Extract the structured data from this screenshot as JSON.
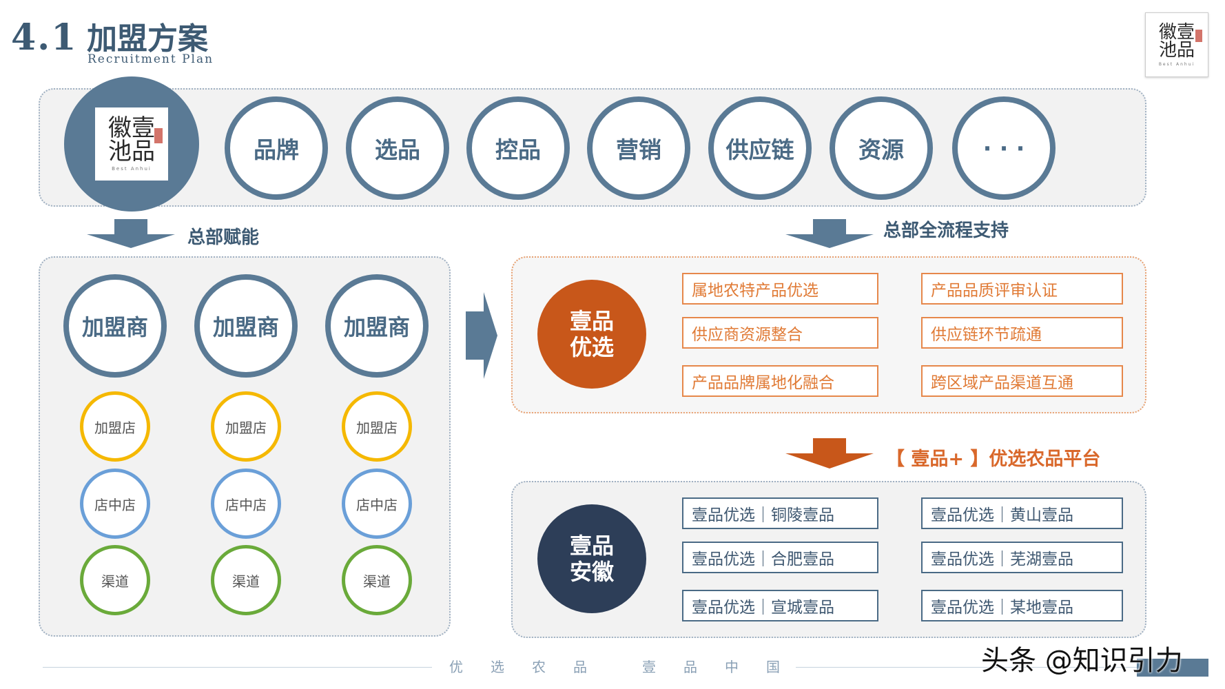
{
  "header": {
    "section_number": "4.1",
    "title": "加盟方案",
    "subtitle": "Recruitment Plan"
  },
  "logo": {
    "line1": "徽壹",
    "line2": "池品",
    "tagline": "Best Anhui"
  },
  "capabilities": [
    "品牌",
    "选品",
    "控品",
    "营销",
    "供应链",
    "资源",
    "· · ·"
  ],
  "arrows": {
    "left_label": "总部赋能",
    "right_label": "总部全流程支持",
    "bottom_label": "【 壹品+ 】优选农品平台"
  },
  "franchise": {
    "columns": [
      {
        "head": "加盟商",
        "store": "加盟店",
        "shop_in_shop": "店中店",
        "channel": "渠道"
      },
      {
        "head": "加盟商",
        "store": "加盟店",
        "shop_in_shop": "店中店",
        "channel": "渠道"
      },
      {
        "head": "加盟商",
        "store": "加盟店",
        "shop_in_shop": "店中店",
        "channel": "渠道"
      }
    ]
  },
  "youxuan": {
    "circle_line1": "壹品",
    "circle_line2": "优选",
    "items": [
      "属地农特产品优选",
      "产品品质评审认证",
      "供应商资源整合",
      "供应链环节疏通",
      "产品品牌属地化融合",
      "跨区域产品渠道互通"
    ]
  },
  "anhui": {
    "circle_line1": "壹品",
    "circle_line2": "安徽",
    "items": [
      "壹品优选｜铜陵壹品",
      "壹品优选｜黄山壹品",
      "壹品优选｜合肥壹品",
      "壹品优选｜芜湖壹品",
      "壹品优选｜宣城壹品",
      "壹品优选｜某地壹品"
    ]
  },
  "footer": {
    "left": "优选农品",
    "right": "壹品中国",
    "watermark": "头条 @知识引力"
  },
  "colors": {
    "primary_blue": "#5a7a95",
    "dark_navy": "#2d3e58",
    "orange": "#c8571a",
    "box_orange": "#e6874a",
    "yellow": "#f5b800",
    "light_blue": "#6a9fd8",
    "green": "#6aaa3a"
  }
}
